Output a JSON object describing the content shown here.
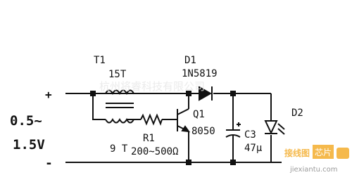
{
  "input": {
    "plus": "+",
    "minus": "-",
    "voltage_range": "0.5~",
    "voltage_max": "1.5V"
  },
  "components": {
    "t1": {
      "ref": "T1",
      "primary_turns": "15T",
      "secondary_turns": "9 T"
    },
    "d1": {
      "ref": "D1",
      "part": "1N5819"
    },
    "r1": {
      "ref": "R1",
      "value": "200~500Ω"
    },
    "q1": {
      "ref": "Q1",
      "part": "8050"
    },
    "c3": {
      "ref": "C3",
      "value": "47μ"
    },
    "d2": {
      "ref": "D2"
    }
  },
  "watermarks": {
    "center": "杭州将睿科技有限公司",
    "corner_cn": "接线图",
    "corner_box": "芯片",
    "corner_url": "jiexiantu.com"
  },
  "colors": {
    "line": "#111111",
    "watermark": "#f5b94c"
  }
}
